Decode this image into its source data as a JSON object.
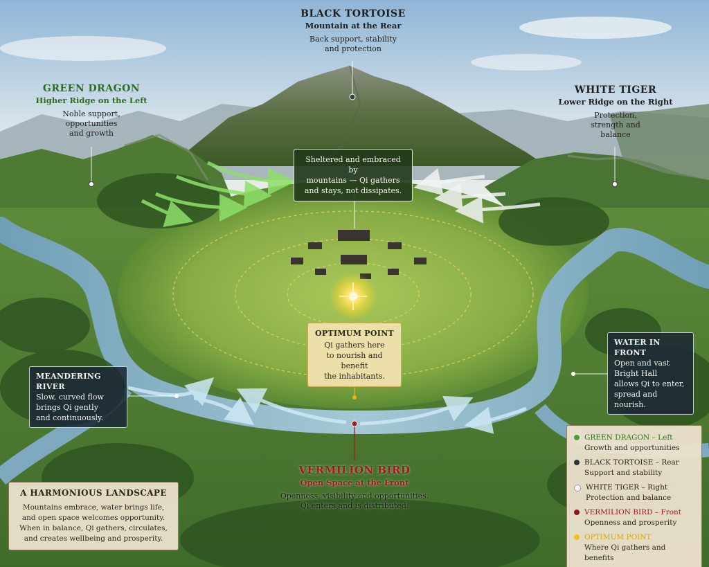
{
  "tortoise": {
    "title": "BLACK TORTOISE",
    "subtitle": "Mountain at the Rear",
    "desc_1": "Back support, stability",
    "desc_2": "and protection"
  },
  "dragon": {
    "title": "GREEN DRAGON",
    "subtitle": "Higher Ridge on the Left",
    "desc_1": "Noble support,",
    "desc_2": "opportunities",
    "desc_3": "and growth"
  },
  "tiger": {
    "title": "WHITE TIGER",
    "subtitle": "Lower Ridge on the Right",
    "desc_1": "Protection,",
    "desc_2": "strength and",
    "desc_3": "balance"
  },
  "sheltered": {
    "line_1": "Sheltered and embraced by",
    "line_2": "mountains — Qi gathers",
    "line_3": "and stays, not dissipates."
  },
  "optimum": {
    "title": "OPTIMUM POINT",
    "line_1": "Qi gathers here",
    "line_2": "to nourish and benefit",
    "line_3": "the inhabitants."
  },
  "river": {
    "title": "MEANDERING RIVER",
    "line_1": "Slow, curved flow",
    "line_2": "brings Qi gently",
    "line_3": "and continuously."
  },
  "water": {
    "title": "WATER IN FRONT",
    "line_1": "Open and vast",
    "line_2": "Bright Hall",
    "line_3": "allows Qi to enter,",
    "line_4": "spread and",
    "line_5": "nourish."
  },
  "bird": {
    "title": "VERMILION BIRD",
    "subtitle": "Open Space at the Front",
    "line_1": "Openness, visibility and opportunities.",
    "line_2": "Qi enters and is distributed."
  },
  "harmonious": {
    "title": "A HARMONIOUS LANDSCAPE",
    "line_1": "Mountains embrace, water brings life,",
    "line_2": "and open space welcomes opportunity.",
    "line_3": "When in balance, Qi gathers, circulates,",
    "line_4": "and creates wellbeing and prosperity."
  },
  "legend": {
    "items": [
      {
        "title": "GREEN DRAGON – Left",
        "desc": "Growth and opportunities",
        "color": "#4f9a3a"
      },
      {
        "title": "BLACK TORTOISE – Rear",
        "desc": "Support and stability",
        "color": "#2e3236"
      },
      {
        "title": "WHITE TIGER – Right",
        "desc": "Protection and balance",
        "color": "#ffffff"
      },
      {
        "title": "VERMILION BIRD – Front",
        "desc": "Openness and prosperity",
        "color": "#8e1418"
      },
      {
        "title": "OPTIMUM POINT",
        "desc": "Where Qi gathers and benefits",
        "color": "#f2c21a"
      }
    ]
  },
  "colors": {
    "dragon": "#2f6e23",
    "bird": "#a3191b",
    "gold": "#e8b512",
    "sky": "#bcd3e6",
    "river": "#7fa9bf"
  }
}
